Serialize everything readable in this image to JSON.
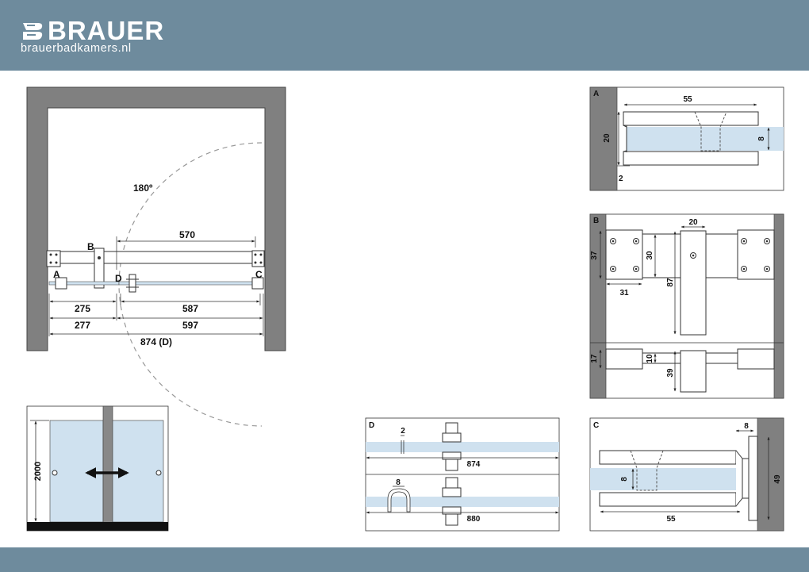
{
  "brand": {
    "name": "BRAUER",
    "website": "brauerbadkamers.nl",
    "header_color": "#6e8b9d"
  },
  "plan": {
    "swing_label": "180º",
    "markers": {
      "a": "A",
      "b": "B",
      "c": "C",
      "d": "D"
    },
    "dims": {
      "d570": "570",
      "d275": "275",
      "d587": "587",
      "d277": "277",
      "d597": "597",
      "d874d": "874 (D)"
    }
  },
  "elevation": {
    "height": "2000"
  },
  "detail_a": {
    "label": "A",
    "d55": "55",
    "d20": "20",
    "d8": "8",
    "d2": "2"
  },
  "detail_b": {
    "label": "B",
    "d20": "20",
    "d37": "37",
    "d30": "30",
    "d87": "87",
    "d31": "31",
    "d17": "17",
    "d10": "10",
    "d39": "39"
  },
  "detail_c": {
    "label": "C",
    "d8a": "8",
    "d8b": "8",
    "d49": "49",
    "d55": "55"
  },
  "detail_d": {
    "label": "D",
    "d2": "2",
    "d874": "874",
    "d8": "8",
    "d880": "880"
  },
  "colors": {
    "wall": "#808080",
    "glass": "#cfe1ef",
    "line": "#222222"
  }
}
